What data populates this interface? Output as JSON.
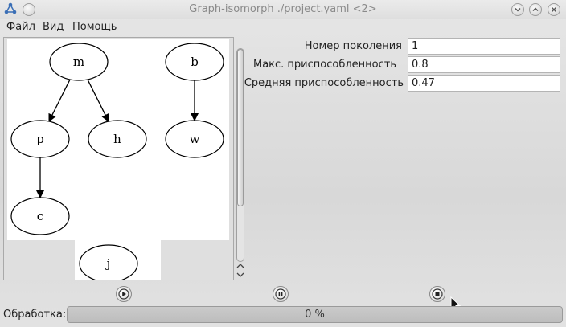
{
  "window": {
    "title": "Graph-isomorph ./project.yaml <2>"
  },
  "menu": {
    "items": [
      "Файл",
      "Вид",
      "Помощь"
    ]
  },
  "graph": {
    "nodes": [
      {
        "id": "m",
        "label": "m"
      },
      {
        "id": "b",
        "label": "b"
      },
      {
        "id": "p",
        "label": "p"
      },
      {
        "id": "h",
        "label": "h"
      },
      {
        "id": "w",
        "label": "w"
      },
      {
        "id": "c",
        "label": "c"
      },
      {
        "id": "j",
        "label": "j"
      }
    ],
    "edges": [
      [
        "m",
        "p"
      ],
      [
        "m",
        "h"
      ],
      [
        "b",
        "w"
      ],
      [
        "p",
        "c"
      ]
    ]
  },
  "form": {
    "generation_label": "Номер поколения",
    "generation_value": "1",
    "max_fitness_label": "Макс. приспособленность",
    "max_fitness_value": "0.8",
    "avg_fitness_label": "Средняя приспособленность",
    "avg_fitness_value": "0.47"
  },
  "controls": {
    "play_icon": "play-icon",
    "pause_icon": "pause-icon",
    "stop_icon": "stop-icon"
  },
  "progress": {
    "label": "Обработка:",
    "percent": 0,
    "text": "0 %",
    "fill_color": "#6a9bd1"
  }
}
